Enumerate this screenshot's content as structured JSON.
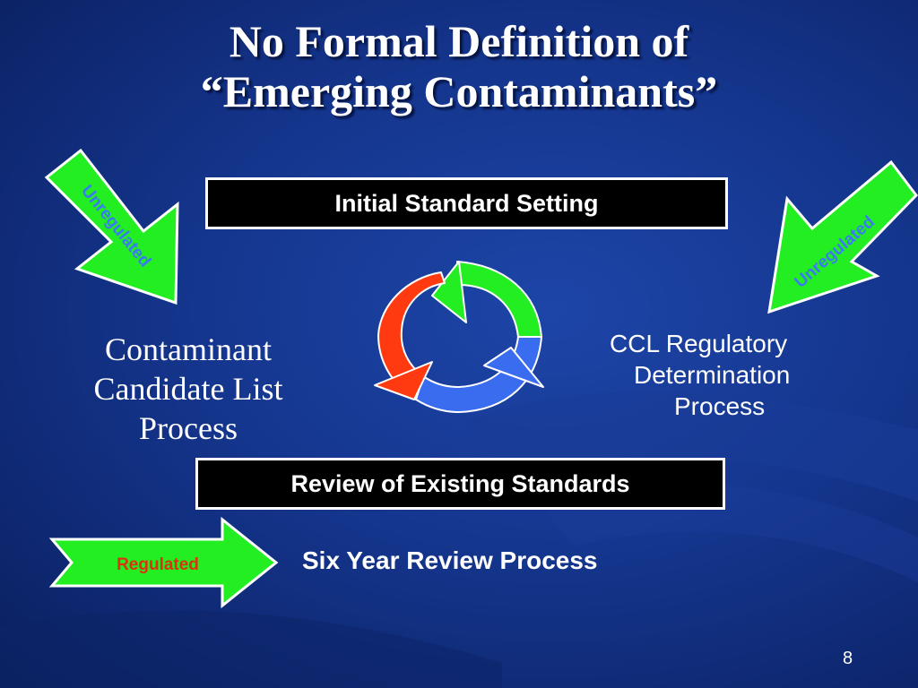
{
  "slide": {
    "title_line1": "No Formal Definition of",
    "title_line2": "“Emerging Contaminants”",
    "page_number": "8"
  },
  "boxes": {
    "top": "Initial Standard Setting",
    "bottom": "Review of Existing Standards"
  },
  "labels": {
    "left_line1": "Contaminant",
    "left_line2": "Candidate List",
    "left_line3": "Process",
    "right_line1": "CCL Regulatory",
    "right_line2": "Determination",
    "right_line3": "Process",
    "six_year": "Six Year Review Process"
  },
  "arrows": {
    "left_down": "Unregulated",
    "right_down": "Unregulated",
    "regulated": "Regulated"
  },
  "cycle_icon": "cycle-arrows-icon",
  "colors": {
    "arrow_green": "#22ee22",
    "cycle_red": "#ff3a10",
    "cycle_green": "#22ee22",
    "cycle_blue": "#3a6cf0",
    "unregulated_text": "#3a7cf0",
    "regulated_text": "#e03010"
  }
}
